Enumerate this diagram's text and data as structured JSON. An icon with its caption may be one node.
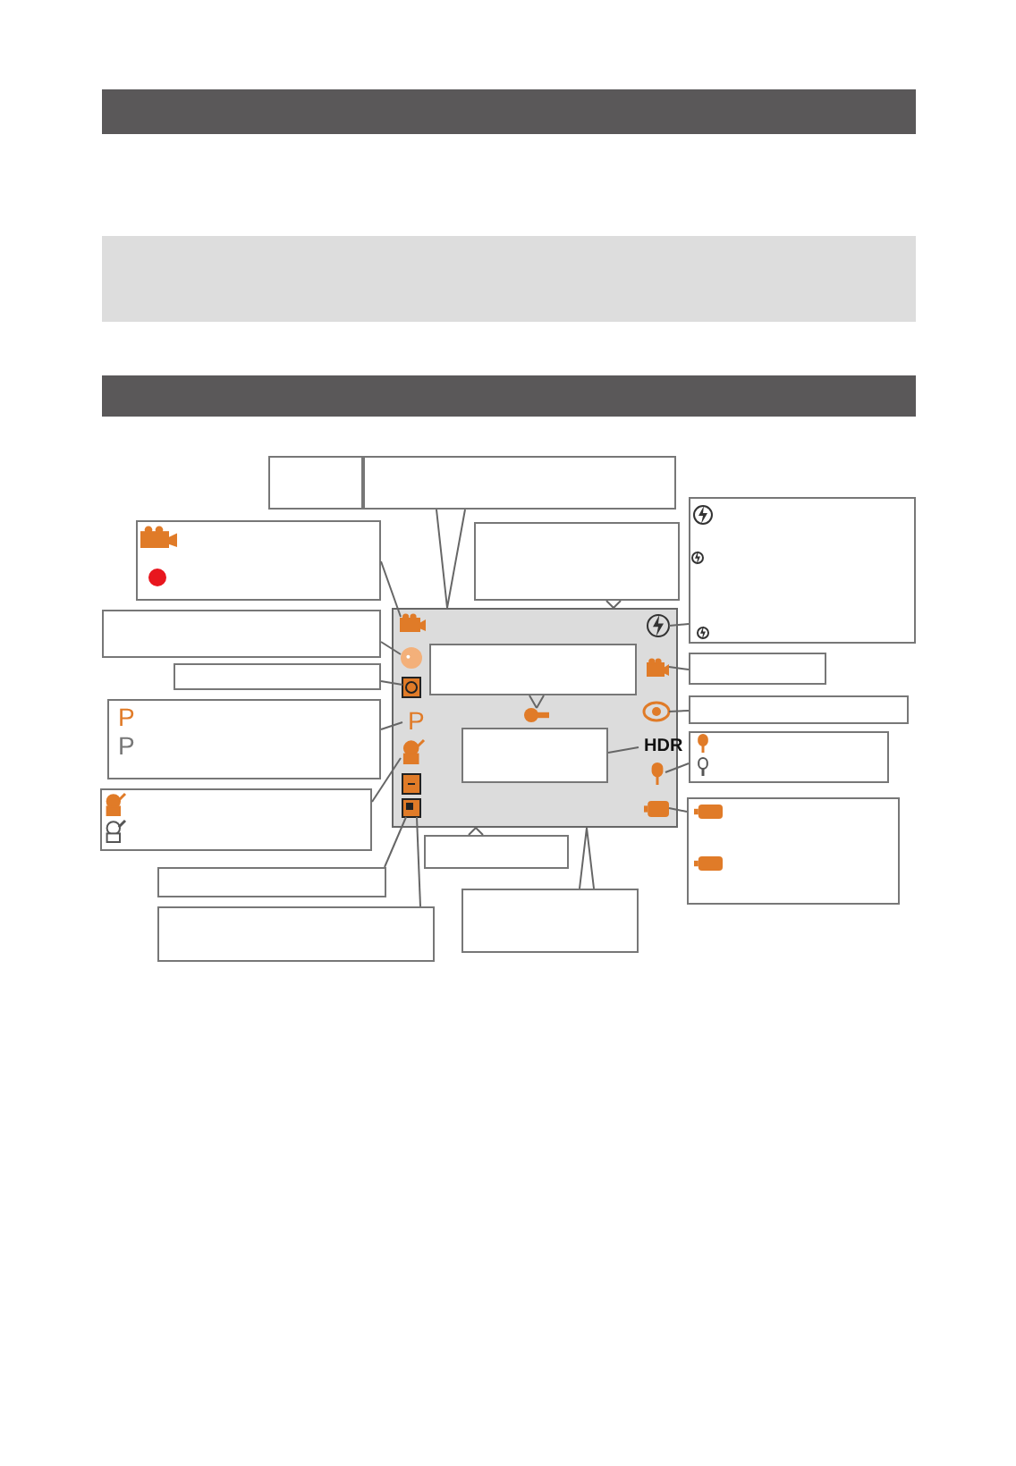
{
  "diagram": {
    "nodes": [
      {
        "text": [],
        "shape": "box"
      },
      {
        "text": [],
        "shape": "box"
      },
      {
        "text": [],
        "shape": "box"
      },
      {
        "text": [],
        "shape": "box"
      },
      {
        "text": [],
        "shape": "box"
      },
      {
        "text": [],
        "shape": "camera",
        "in": 4
      },
      {
        "text": [],
        "shape": "circle",
        "in": 4
      },
      {
        "text": [],
        "shape": "box"
      },
      {
        "text": [],
        "shape": "box"
      },
      {
        "text": [],
        "shape": "box"
      },
      {
        "text": [
          "P"
        ],
        "in": 9
      },
      {
        "text": [
          "P"
        ],
        "in": 9
      },
      {
        "text": [],
        "shape": "box"
      },
      {
        "text": [],
        "shape": "person",
        "in": 12
      },
      {
        "text": [],
        "shape": "person",
        "in": 12
      },
      {
        "text": [],
        "shape": "box"
      },
      {
        "text": [],
        "shape": "box"
      },
      {
        "text": [],
        "shape": "box"
      },
      {
        "text": [],
        "shape": "box"
      },
      {
        "text": [],
        "shape": "box"
      },
      {
        "text": [],
        "shape": "flash",
        "in": 19
      },
      {
        "text": [],
        "shape": "flash",
        "in": 19
      },
      {
        "text": [],
        "shape": "flash",
        "in": 19
      },
      {
        "text": [],
        "shape": "box"
      },
      {
        "text": [],
        "shape": "box"
      },
      {
        "text": [],
        "shape": "box"
      },
      {
        "text": [],
        "shape": "microphone",
        "in": 25
      },
      {
        "text": [],
        "shape": "microphone",
        "in": 25
      },
      {
        "text": [],
        "shape": "box"
      },
      {
        "text": [],
        "shape": "battery",
        "in": 28
      },
      {
        "text": [],
        "shape": "battery",
        "in": 28
      },
      {
        "text": [],
        "shape": "camera",
        "in": 0
      },
      {
        "text": [],
        "shape": "face",
        "in": 0
      },
      {
        "text": [],
        "shape": "clock",
        "in": 0
      },
      {
        "text": [
          "P"
        ],
        "in": 0
      },
      {
        "text": [],
        "shape": "person",
        "in": 0
      },
      {
        "text": [],
        "shape": "box",
        "in": 0
      },
      {
        "text": [],
        "shape": "card",
        "in": 0
      },
      {
        "text": [],
        "shape": "flash",
        "in": 0
      },
      {
        "text": [],
        "shape": "camera",
        "in": 0
      },
      {
        "text": [],
        "shape": "signal",
        "in": 0
      },
      {
        "text": [
          "HDR"
        ],
        "in": 0
      },
      {
        "text": [],
        "shape": "microphone",
        "in": 0
      },
      {
        "text": [],
        "shape": "battery",
        "in": 0
      },
      {
        "text": [],
        "shape": "key",
        "in": 0
      },
      {
        "text": [],
        "shape": "box",
        "in": 0
      },
      {
        "text": [],
        "shape": "box",
        "in": 0
      }
    ],
    "edges": [
      {
        "from": 2,
        "to": 0,
        "arrow": "none"
      },
      {
        "from": 3,
        "to": 0,
        "arrow": "none"
      },
      {
        "from": 4,
        "to": 31,
        "arrow": "none"
      },
      {
        "from": 7,
        "to": 32,
        "arrow": "none"
      },
      {
        "from": 8,
        "to": 33,
        "arrow": "none"
      },
      {
        "from": 9,
        "to": 34,
        "arrow": "none"
      },
      {
        "from": 12,
        "to": 35,
        "arrow": "none"
      },
      {
        "from": 15,
        "to": 37,
        "arrow": "none"
      },
      {
        "from": 16,
        "to": 37,
        "arrow": "none"
      },
      {
        "from": 17,
        "to": 0,
        "arrow": "none"
      },
      {
        "from": 18,
        "to": 0,
        "arrow": "none"
      },
      {
        "from": 19,
        "to": 38,
        "arrow": "none"
      },
      {
        "from": 23,
        "to": 39,
        "arrow": "none"
      },
      {
        "from": 24,
        "to": 40,
        "arrow": "none"
      },
      {
        "from": 25,
        "to": 42,
        "arrow": "none"
      },
      {
        "from": 28,
        "to": 43,
        "arrow": "none"
      },
      {
        "from": 45,
        "to": 44,
        "arrow": "none"
      },
      {
        "from": 46,
        "to": 41,
        "arrow": "none"
      }
    ]
  }
}
